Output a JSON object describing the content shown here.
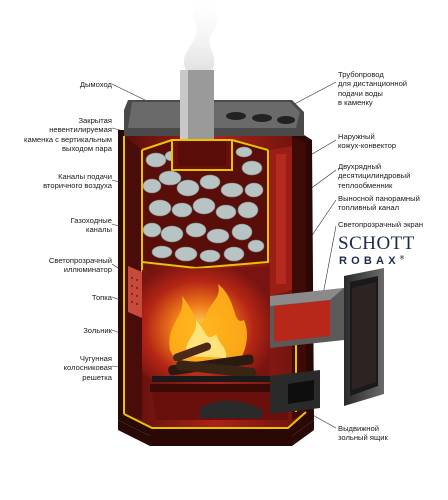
{
  "labels_left": [
    {
      "id": "chimney",
      "text": "Дымоход"
    },
    {
      "id": "closed-stone-chamber",
      "text": "Закрытая\nневентилируемая\nкаменка с вертикальным\nвыходом пара"
    },
    {
      "id": "secondary-air-channels",
      "text": "Каналы подачи\nвторичного воздуха"
    },
    {
      "id": "gas-channels",
      "text": "Газоходные\nканалы"
    },
    {
      "id": "translucent-illuminator",
      "text": "Светопрозрачный\nиллюминатор"
    },
    {
      "id": "firebox",
      "text": "Топка"
    },
    {
      "id": "ash-pit",
      "text": "Зольник"
    },
    {
      "id": "cast-iron-grate",
      "text": "Чугунная\nколосниковая\nрешетка"
    }
  ],
  "labels_right": [
    {
      "id": "water-pipe",
      "text": "Трубопровод\nдля дистанционной\nподачи воды\nв каменку"
    },
    {
      "id": "outer-casing",
      "text": "Наружный\nкожух-конвектор"
    },
    {
      "id": "heat-exchanger",
      "text": "Двухрядный\nдесятицилиндровый\nтеплообменник"
    },
    {
      "id": "panoramic-channel",
      "text": "Выносной панорамный\nтопливный канал"
    },
    {
      "id": "glass-screen",
      "text": "Светопрозрачный экран"
    },
    {
      "id": "ash-drawer",
      "text": "Выдвижной\nзольный ящик"
    }
  ],
  "brand": {
    "line1": "SCHOTT",
    "line2": "ROBAX",
    "mark": "®"
  },
  "colors": {
    "body": "#8c1d14",
    "dark": "#3a0a06",
    "accent": "#e8c400",
    "stone": "#b8c4c4"
  }
}
